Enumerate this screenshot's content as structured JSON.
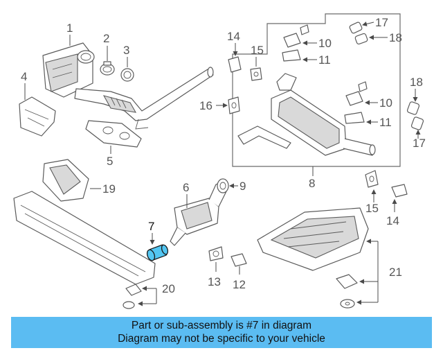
{
  "callouts": {
    "c1": "1",
    "c2": "2",
    "c3": "3",
    "c4": "4",
    "c5": "5",
    "c6": "6",
    "c7": "7",
    "c8": "8",
    "c9": "9",
    "c10a": "10",
    "c10b": "10",
    "c11a": "11",
    "c11b": "11",
    "c12": "12",
    "c13": "13",
    "c14a": "14",
    "c14b": "14",
    "c15a": "15",
    "c15b": "15",
    "c16": "16",
    "c17a": "17",
    "c17b": "17",
    "c18a": "18",
    "c18b": "18",
    "c19": "19",
    "c20": "20",
    "c21": "21"
  },
  "highlight": {
    "part": "7",
    "color": "#53c6f2"
  },
  "banner": {
    "background": "#5bbcf2",
    "line1": "Part or sub-assembly is #7 in diagram",
    "line2": "Diagram may not be specific to your vehicle"
  }
}
